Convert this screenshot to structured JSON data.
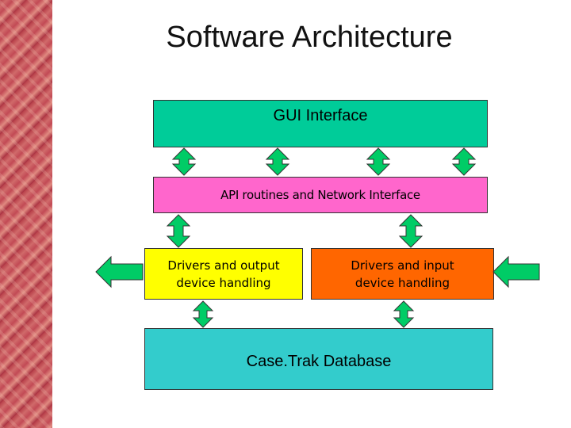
{
  "title": "Software Architecture",
  "boxes": {
    "gui": "GUI Interface",
    "api": "API routines and Network Interface",
    "drivers_output": "Drivers and output\ndevice handling",
    "drivers_input": "Drivers and input\ndevice handling",
    "database": "Case.Trak Database"
  },
  "colors": {
    "gui": "#00cc99",
    "api": "#ff66cc",
    "drivers_output": "#ffff00",
    "drivers_input": "#ff6600",
    "database": "#33cccc",
    "arrow": "#00cc66"
  }
}
